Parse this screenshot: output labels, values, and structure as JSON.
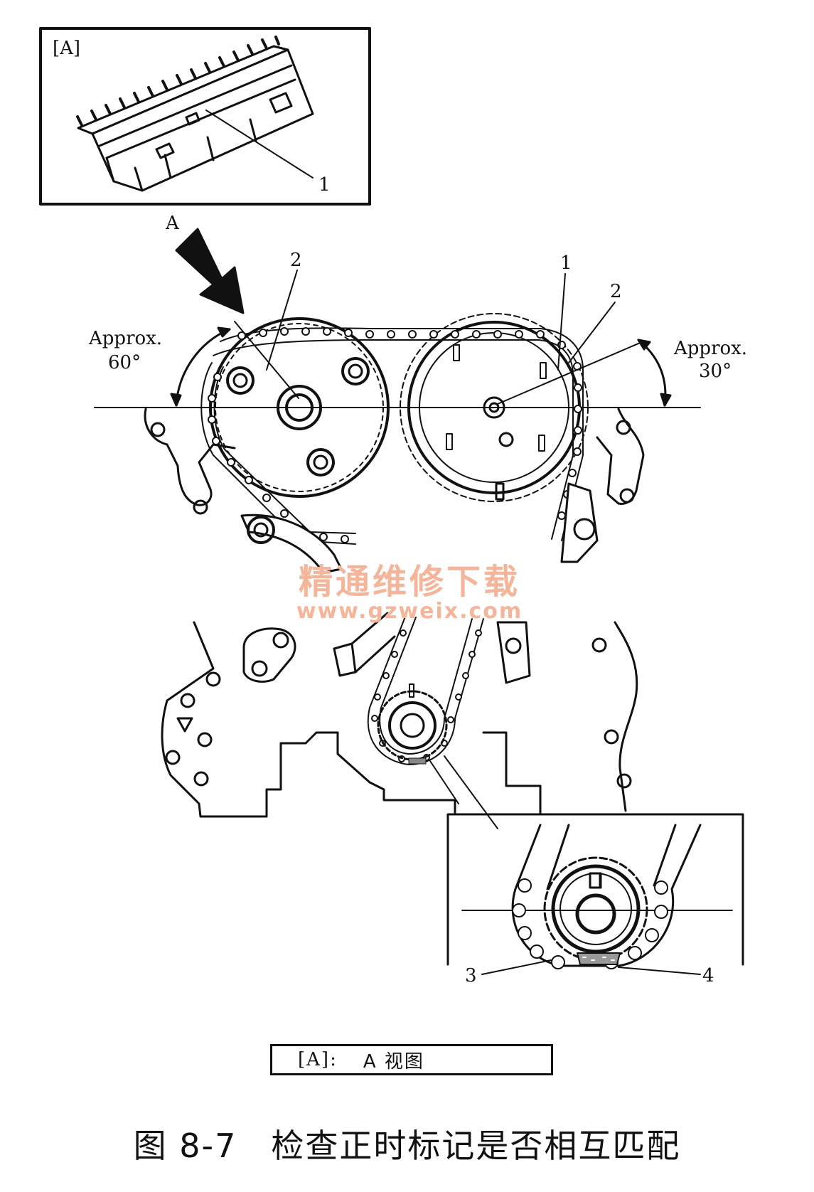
{
  "inset_a": {
    "tag": "[A]",
    "callout_1": "1"
  },
  "view_arrow": {
    "label": "A"
  },
  "main": {
    "callout_left_2": "2",
    "callout_right_1": "1",
    "callout_right_2": "2",
    "angle_left": {
      "line1": "Approx.",
      "line2": "60°"
    },
    "angle_right": {
      "line1": "Approx.",
      "line2": "30°"
    }
  },
  "detail": {
    "callout_3": "3",
    "callout_4": "4"
  },
  "watermark": {
    "line1": "精通维修下载",
    "line2": "www.gzweix.com"
  },
  "legend": {
    "key": "[A]:",
    "value": "A 视图"
  },
  "caption": "图 8-7　检查正时标记是否相互匹配"
}
